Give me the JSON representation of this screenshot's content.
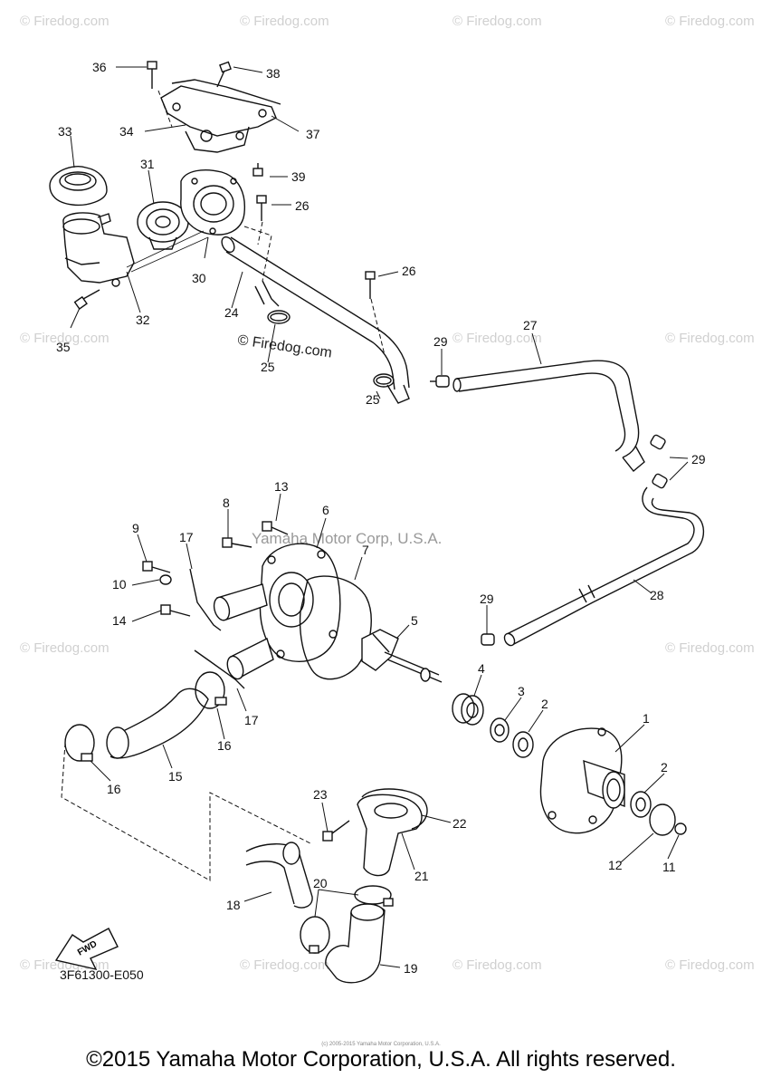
{
  "watermark": "© Firedog.com",
  "center_watermark": "© Firedog.com",
  "corp_watermark": "Yamaha Motor Corp, U.S.A.",
  "diagram_code": "3F61300-E050",
  "fwd_label": "FWD",
  "small_copyright": "(c) 2005-2015 Yamaha Motor Corporation, U.S.A.",
  "copyright": "©2015 Yamaha Motor Corporation, U.S.A. All rights reserved.",
  "callouts": [
    "36",
    "38",
    "37",
    "34",
    "33",
    "31",
    "39",
    "26",
    "30",
    "32",
    "35",
    "24",
    "26",
    "25",
    "25",
    "27",
    "29",
    "29",
    "13",
    "8",
    "6",
    "9",
    "17",
    "10",
    "7",
    "14",
    "5",
    "28",
    "29",
    "4",
    "3",
    "2",
    "1",
    "17",
    "16",
    "16",
    "15",
    "2",
    "23",
    "22",
    "21",
    "12",
    "11",
    "20",
    "18",
    "19"
  ]
}
